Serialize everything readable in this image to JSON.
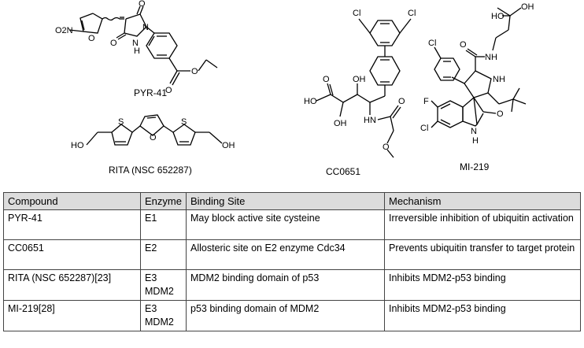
{
  "structures": [
    {
      "id": "pyr41",
      "name": "PYR-41",
      "atoms": [
        "O2N",
        "O",
        "O",
        "N",
        "N",
        "H",
        "O",
        "O",
        "O"
      ]
    },
    {
      "id": "rita",
      "name": "RITA (NSC 652287)",
      "atoms": [
        "HO",
        "S",
        "O",
        "S",
        "OH"
      ]
    },
    {
      "id": "cc0651",
      "name": "CC0651",
      "atoms": [
        "Cl",
        "Cl",
        "OH",
        "HO",
        "O",
        "OH",
        "HN",
        "O",
        "O"
      ]
    },
    {
      "id": "mi219",
      "name": "MI-219",
      "atoms": [
        "HO",
        "OH",
        "Cl",
        "O",
        "NH",
        "NH",
        "F",
        "Cl",
        "O",
        "N",
        "H"
      ]
    }
  ],
  "table": {
    "headers": [
      "Compound",
      "Enzyme",
      "Binding Site",
      "Mechanism"
    ],
    "rows": [
      {
        "compound": "PYR-41",
        "enzyme": "E1",
        "binding_site": "May block active site cysteine",
        "mechanism": "Irreversible inhibition of ubiquitin activation"
      },
      {
        "compound": "CC0651",
        "enzyme": "E2",
        "binding_site": "Allosteric site on E2 enzyme Cdc34",
        "mechanism": "Prevents ubiquitin transfer to target protein"
      },
      {
        "compound": "RITA (NSC 652287)[23]",
        "enzyme": "E3 MDM2",
        "binding_site": "MDM2 binding domain of p53",
        "mechanism": "Inhibits MDM2-p53 binding"
      },
      {
        "compound": "MI-219[28]",
        "enzyme": "E3 MDM2",
        "binding_site": "p53 binding domain of MDM2",
        "mechanism": "Inhibits MDM2-p53 binding"
      }
    ]
  }
}
